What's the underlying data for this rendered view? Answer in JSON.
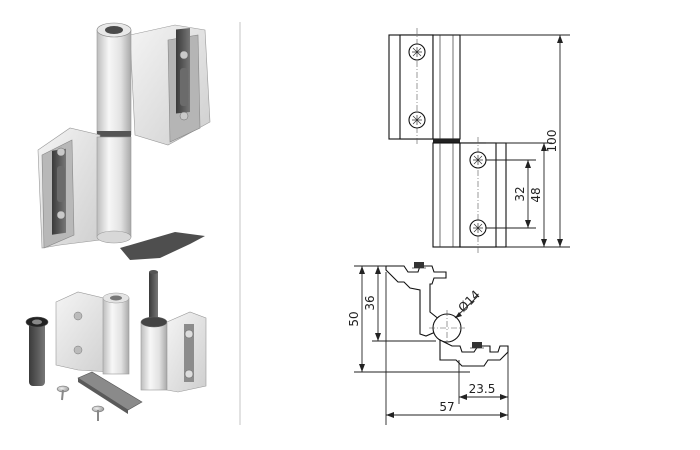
{
  "figure": {
    "divider_color": "#d9d9d9",
    "product_color": "#e9e9e9",
    "shadow_color": "#2f2f2f"
  },
  "drawing": {
    "front_view": {
      "height_label": "100",
      "hole_spacing_label": "32",
      "screw_span_label": "48"
    },
    "section_view": {
      "pin_diameter_label": "Ø14",
      "overall_height_label": "50",
      "upper_height_label": "36",
      "offset_label": "23.5",
      "overall_width_label": "57"
    }
  }
}
